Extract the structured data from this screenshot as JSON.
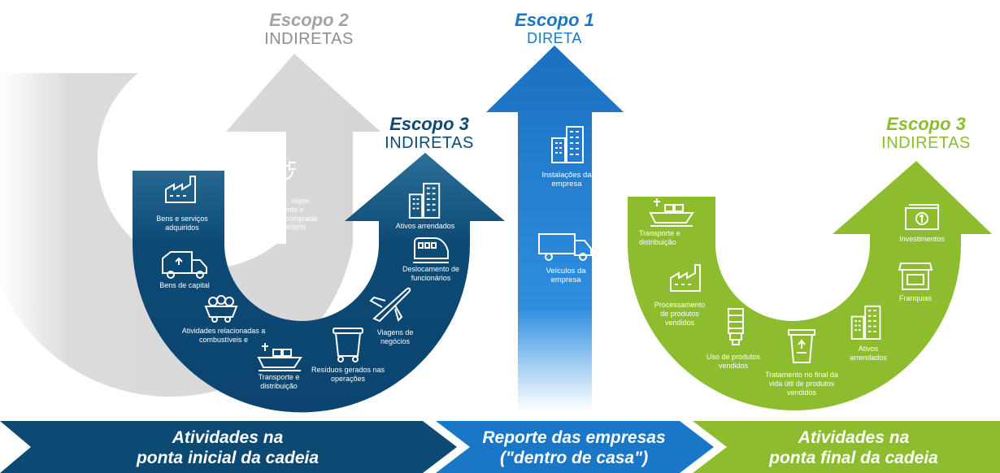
{
  "colors": {
    "grey": "#d6d6d6",
    "grey_text": "#a3a3a3",
    "navy": "#0c4a74",
    "blue": "#1a77c8",
    "green": "#8dbd2e",
    "white": "#ffffff"
  },
  "scope2": {
    "title": "Escopo 2",
    "subtitle": "INDIRETAS",
    "items": [
      {
        "icon": "power-outlet-icon",
        "label": "Eletricidade, vapor, aquecimento e resfriamento comprada para uso próprio"
      }
    ]
  },
  "scope1": {
    "title": "Escopo 1",
    "subtitle": "DIRETA",
    "items": [
      {
        "icon": "office-buildings-icon",
        "label": "Instalações da empresa"
      },
      {
        "icon": "truck-icon",
        "label": "Veículos da empresa"
      }
    ]
  },
  "scope3_up": {
    "title": "Escopo 3",
    "subtitle": "INDIRETAS",
    "items": [
      {
        "icon": "factory-icon",
        "label": "Bens e serviços adquiridos"
      },
      {
        "icon": "recycling-truck-icon",
        "label": "Bens de capital"
      },
      {
        "icon": "mine-cart-icon",
        "label": "Atividades relacionadas a combustíveis e"
      },
      {
        "icon": "cargo-ship-icon",
        "label": "Transporte e distribuição"
      },
      {
        "icon": "dumpster-icon",
        "label": "Resíduos gerados nas operações"
      },
      {
        "icon": "airplane-icon",
        "label": "Viagens de negócios"
      },
      {
        "icon": "train-icon",
        "label": "Deslocamento de funcionários"
      },
      {
        "icon": "office-buildings-icon",
        "label": "Ativos arrendados"
      }
    ]
  },
  "scope3_down": {
    "title": "Escopo 3",
    "subtitle": "INDIRETAS",
    "items": [
      {
        "icon": "cargo-ship-icon",
        "label": "Transporte e distribuição"
      },
      {
        "icon": "factory-icon",
        "label": "Processamento de produtos vendidos"
      },
      {
        "icon": "lightbulb-icon",
        "label": "Uso de produtos vendidos"
      },
      {
        "icon": "recycling-bin-icon",
        "label": "Tratamento no final da vida útil de produtos vendidos"
      },
      {
        "icon": "office-buildings-icon",
        "label": "Ativos arrendados"
      },
      {
        "icon": "storefront-icon",
        "label": "Franquias"
      },
      {
        "icon": "money-icon",
        "label": "Investimentos"
      }
    ]
  },
  "bands": [
    {
      "line1": "Atividades na",
      "line2": "ponta inicial da cadeia",
      "color": "#0c4a74"
    },
    {
      "line1": "Reporte das empresas",
      "line2": "(\"dentro de casa\")",
      "color": "#1a77c8"
    },
    {
      "line1": "Atividades na",
      "line2": "ponta final da cadeia",
      "color": "#8dbd2e"
    }
  ]
}
